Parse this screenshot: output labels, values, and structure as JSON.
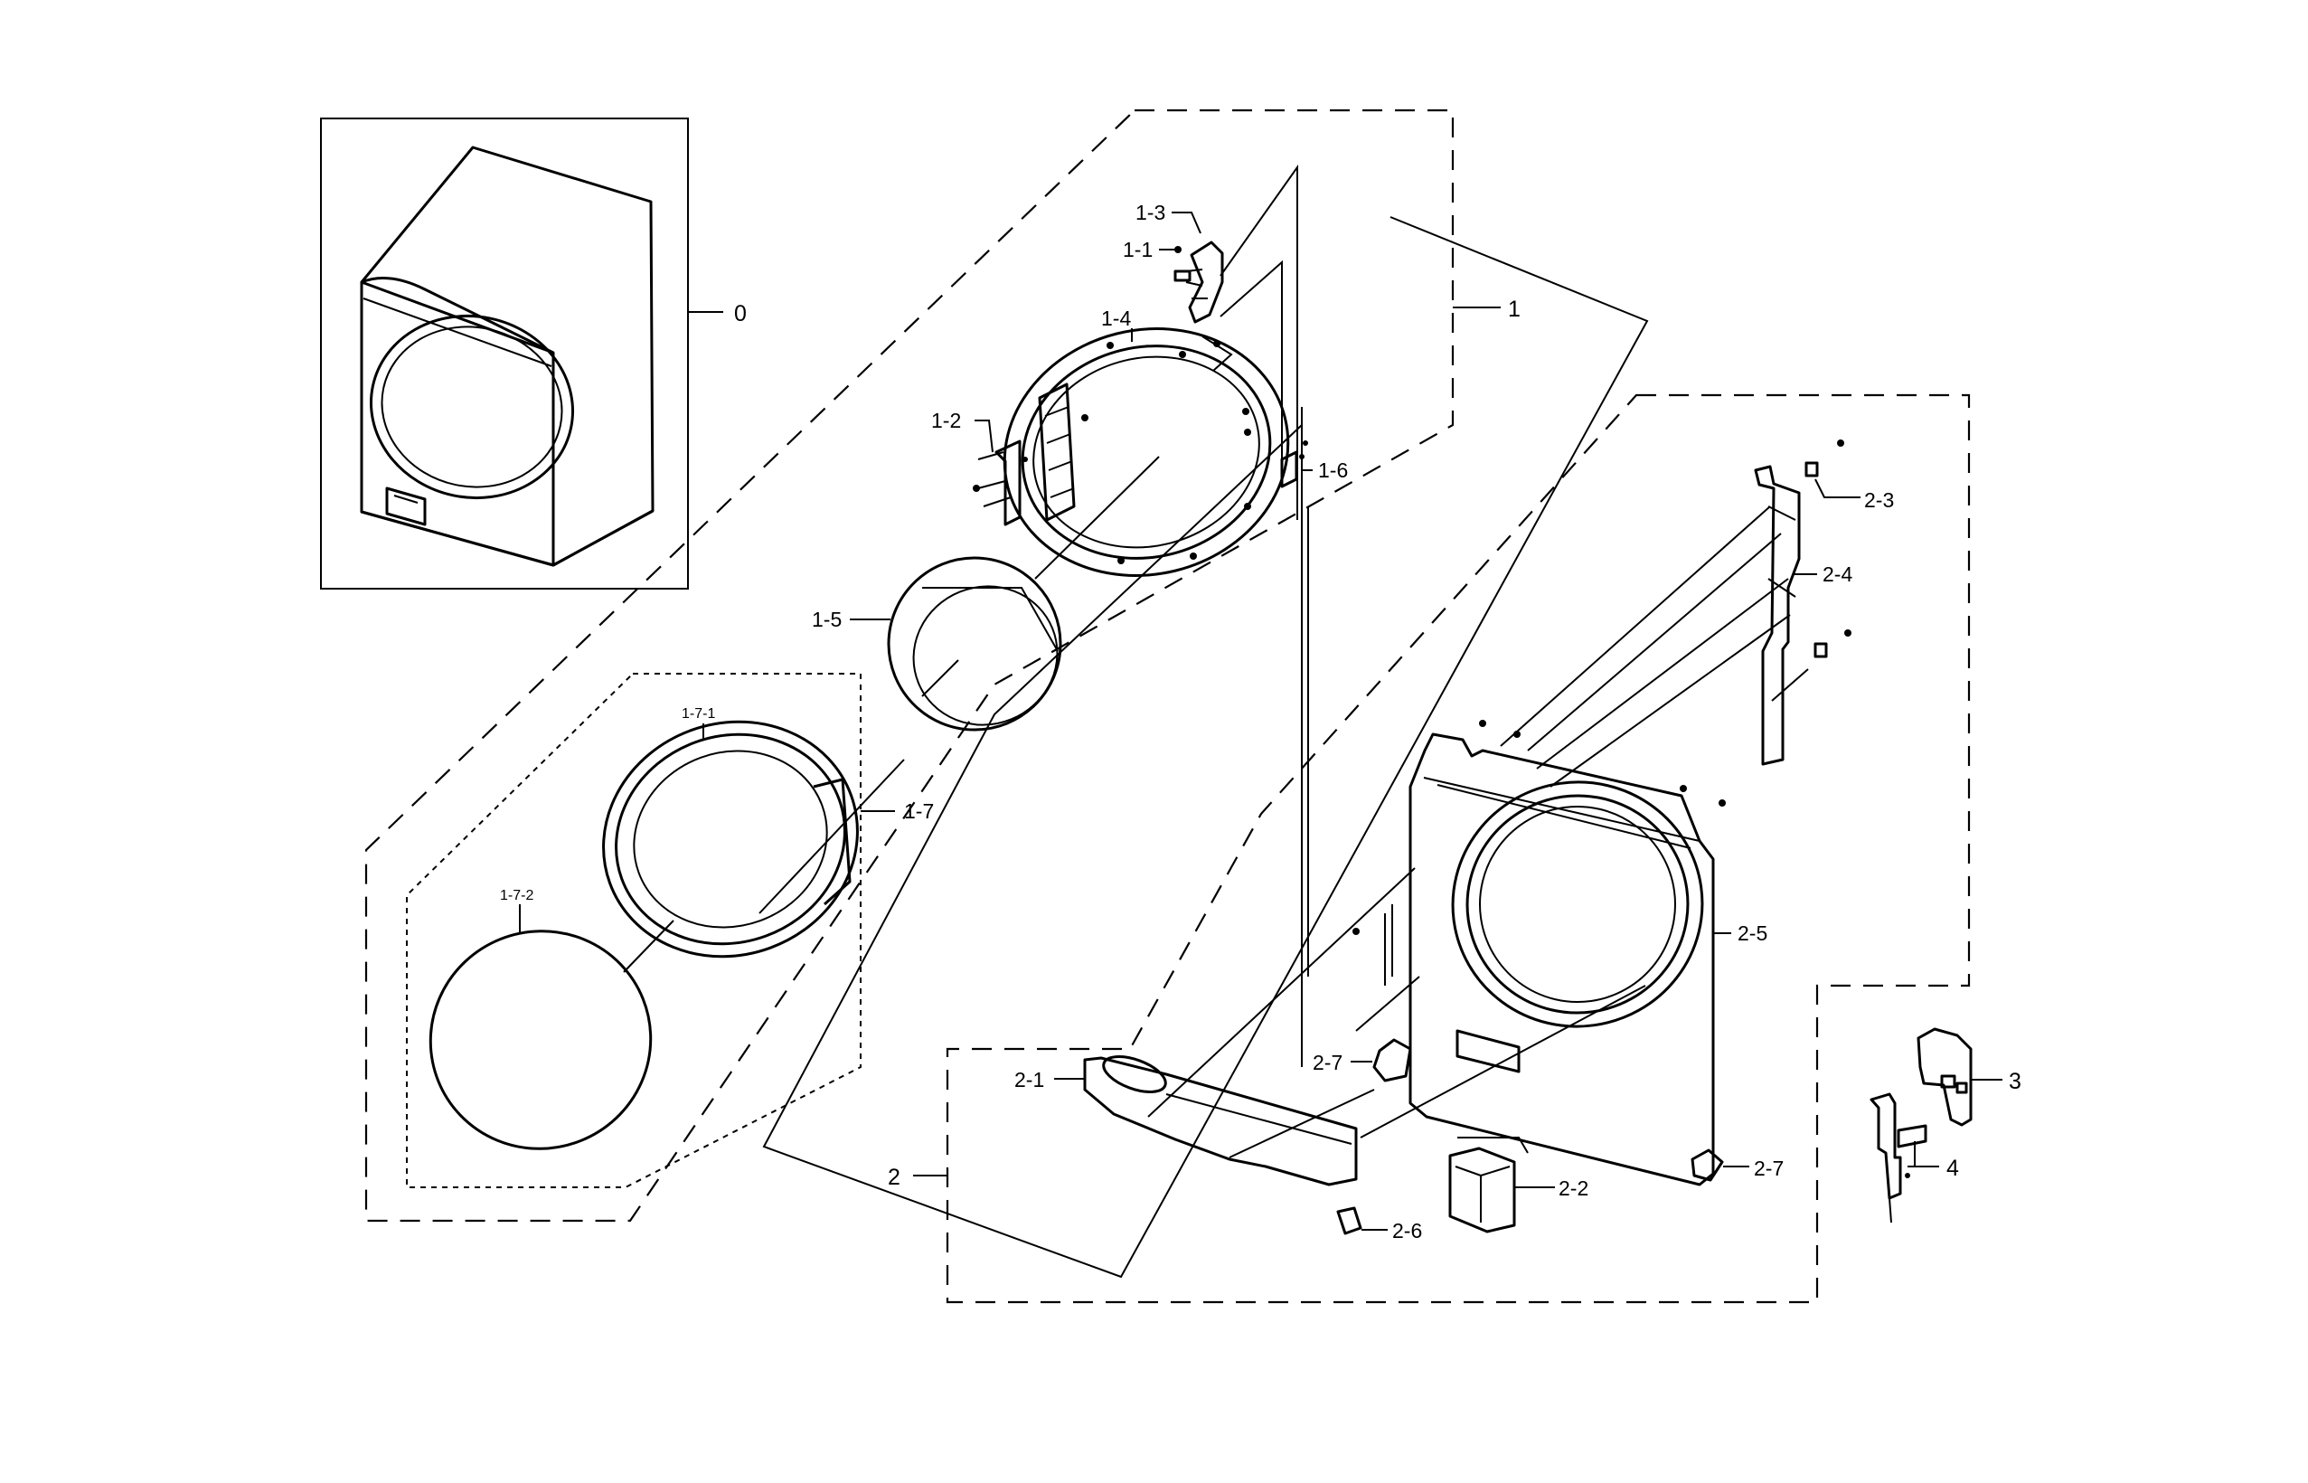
{
  "labels": {
    "p0": "0",
    "p1": "1",
    "p1_1": "1-1",
    "p1_2": "1-2",
    "p1_3": "1-3",
    "p1_4": "1-4",
    "p1_5": "1-5",
    "p1_6": "1-6",
    "p1_7": "1-7",
    "p1_7_1": "1-7-1",
    "p1_7_2": "1-7-2",
    "p2": "2",
    "p2_1": "2-1",
    "p2_2": "2-2",
    "p2_3": "2-3",
    "p2_4": "2-4",
    "p2_5": "2-5",
    "p2_6": "2-6",
    "p2_7a": "2-7",
    "p2_7b": "2-7",
    "p3": "3",
    "p4": "4"
  }
}
